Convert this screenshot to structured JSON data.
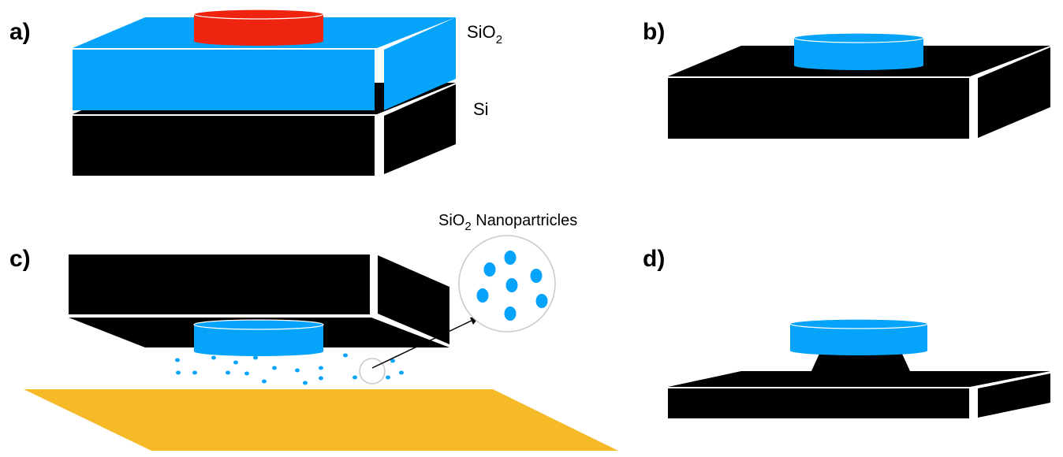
{
  "panels": {
    "a": {
      "label": "a)",
      "sio2_label": "SiO",
      "sio2_sub": "2",
      "si_label": "Si"
    },
    "b": {
      "label": "b)"
    },
    "c": {
      "label": "c)",
      "nanoparticles_label_pre": "SiO",
      "nanoparticles_label_sub": "2",
      "nanoparticles_label_post": " Nanopartricles"
    },
    "d": {
      "label": "d)"
    }
  },
  "colors": {
    "sio2": "#06a3fb",
    "silicon": "#000000",
    "resist": "#ee2410",
    "substrate": "#f6b927",
    "magnifier": "#c8c8c8"
  }
}
